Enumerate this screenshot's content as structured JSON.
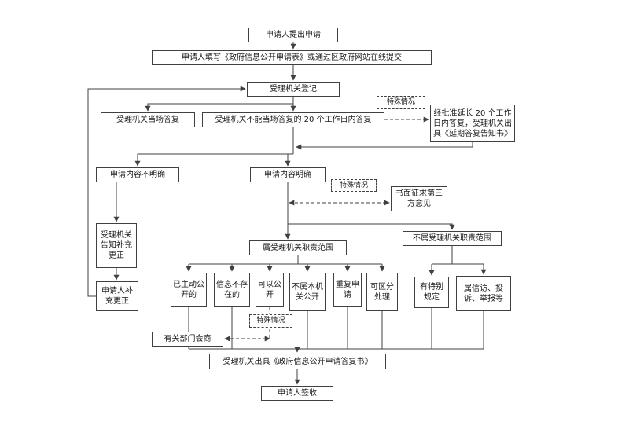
{
  "nodes": {
    "applicant_submit": "申请人提出申请",
    "fill_form": "申请人填写《政府信息公开申请表》或通过区政府网站在线提交",
    "register": "受理机关登记",
    "onsite_reply": "受理机关当场答复",
    "reply_within_20_days": "受理机关不能当场答复的 20 个工作日内答复",
    "special_case_top": "特殊情况",
    "extension_reply": "经批准延长 20 个工作日内答复，受理机关出具《延期答复告知书》",
    "content_unclear": "申请内容不明确",
    "content_clear": "申请内容明确",
    "special_case_middle": "特殊情况",
    "third_party_opinion": "书面征求第三方意见",
    "notify_supplement": "受理机关告知补充更正",
    "within_scope": "属受理机关职责范围",
    "outside_scope": "不属受理机关职责范围",
    "applicant_supplement": "申请人补充更正",
    "already_disclosed": "已主动公开的",
    "info_not_exist": "信息不存在的",
    "can_disclose": "可以公开",
    "other_agency": "不属本机关公开",
    "repeated_request": "重复申请",
    "separable_handling": "可区分处理",
    "special_provisions": "有特别规定",
    "petition_complaint": "属信访、投诉、举报等",
    "special_case_bottom": "特殊情况",
    "dept_consultation": "有关部门会商",
    "issue_reply_letter": "受理机关出具《政府信息公开申请答复书》",
    "applicant_sign": "申请人签收"
  },
  "colors": {
    "line": "#404040",
    "box_border": "#404040",
    "box_background": "#ffffff",
    "canvas_background": "#ffffff",
    "text": "#1a1a1a"
  }
}
